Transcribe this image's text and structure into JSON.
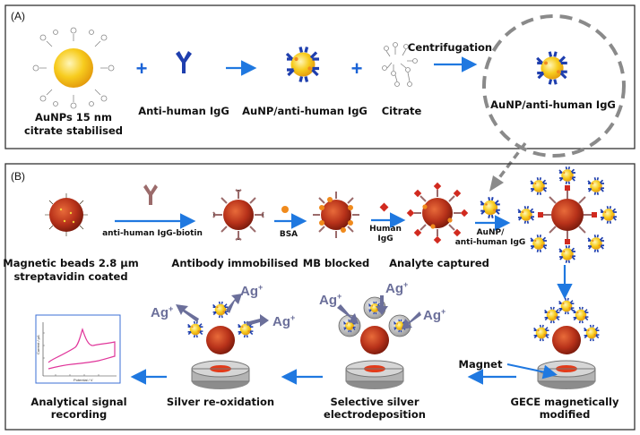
{
  "panel_a": {
    "tag": "(A)",
    "aunp_label_1": "AuNPs 15 nm",
    "aunp_label_2": "citrate stabilised",
    "plus_1": "+",
    "antibody_label": "Anti-human IgG",
    "conjugate_label": "AuNP/anti-human IgG",
    "plus_2": "+",
    "citrate_label": "Citrate",
    "centrifugation_label": "Centrifugation",
    "product_label": "AuNP/anti-human IgG"
  },
  "panel_b": {
    "tag": "(B)",
    "mb_label_1": "Magnetic beads 2.8 μm",
    "mb_label_2": "streptavidin coated",
    "biotin_label": "anti-human IgG-biotin",
    "immobilised_label": "Antibody immobilised",
    "bsa_label": "BSA",
    "blocked_label": "MB blocked",
    "human_igg_label_1": "Human",
    "human_igg_label_2": "IgG",
    "captured_label": "Analyte captured",
    "aunp_conj_label_1": "AuNP/",
    "aunp_conj_label_2": "anti-human IgG",
    "magnet_label": "Magnet",
    "gece_label_1": "GECE magnetically",
    "gece_label_2": "modified",
    "deposition_label_1": "Selective silver",
    "deposition_label_2": "electrodeposition",
    "reoxidation_label": "Silver re-oxidation",
    "signal_label_1": "Analytical signal",
    "signal_label_2": "recording",
    "ag_ion": "Ag",
    "ag_charge": "+",
    "plot_ylabel": "Current / μA",
    "plot_xlabel": "Potential / V"
  },
  "colors": {
    "arrow": "#1f78e0",
    "gold": "#f5c518",
    "bead": "#c0391b",
    "antibody": "#1f3fae",
    "bsa": "#f08a1c",
    "igg": "#d12a1f",
    "ag_arrow": "#6b6f9a",
    "electrode": "#bdbdbd",
    "curve": "#e0359a"
  }
}
